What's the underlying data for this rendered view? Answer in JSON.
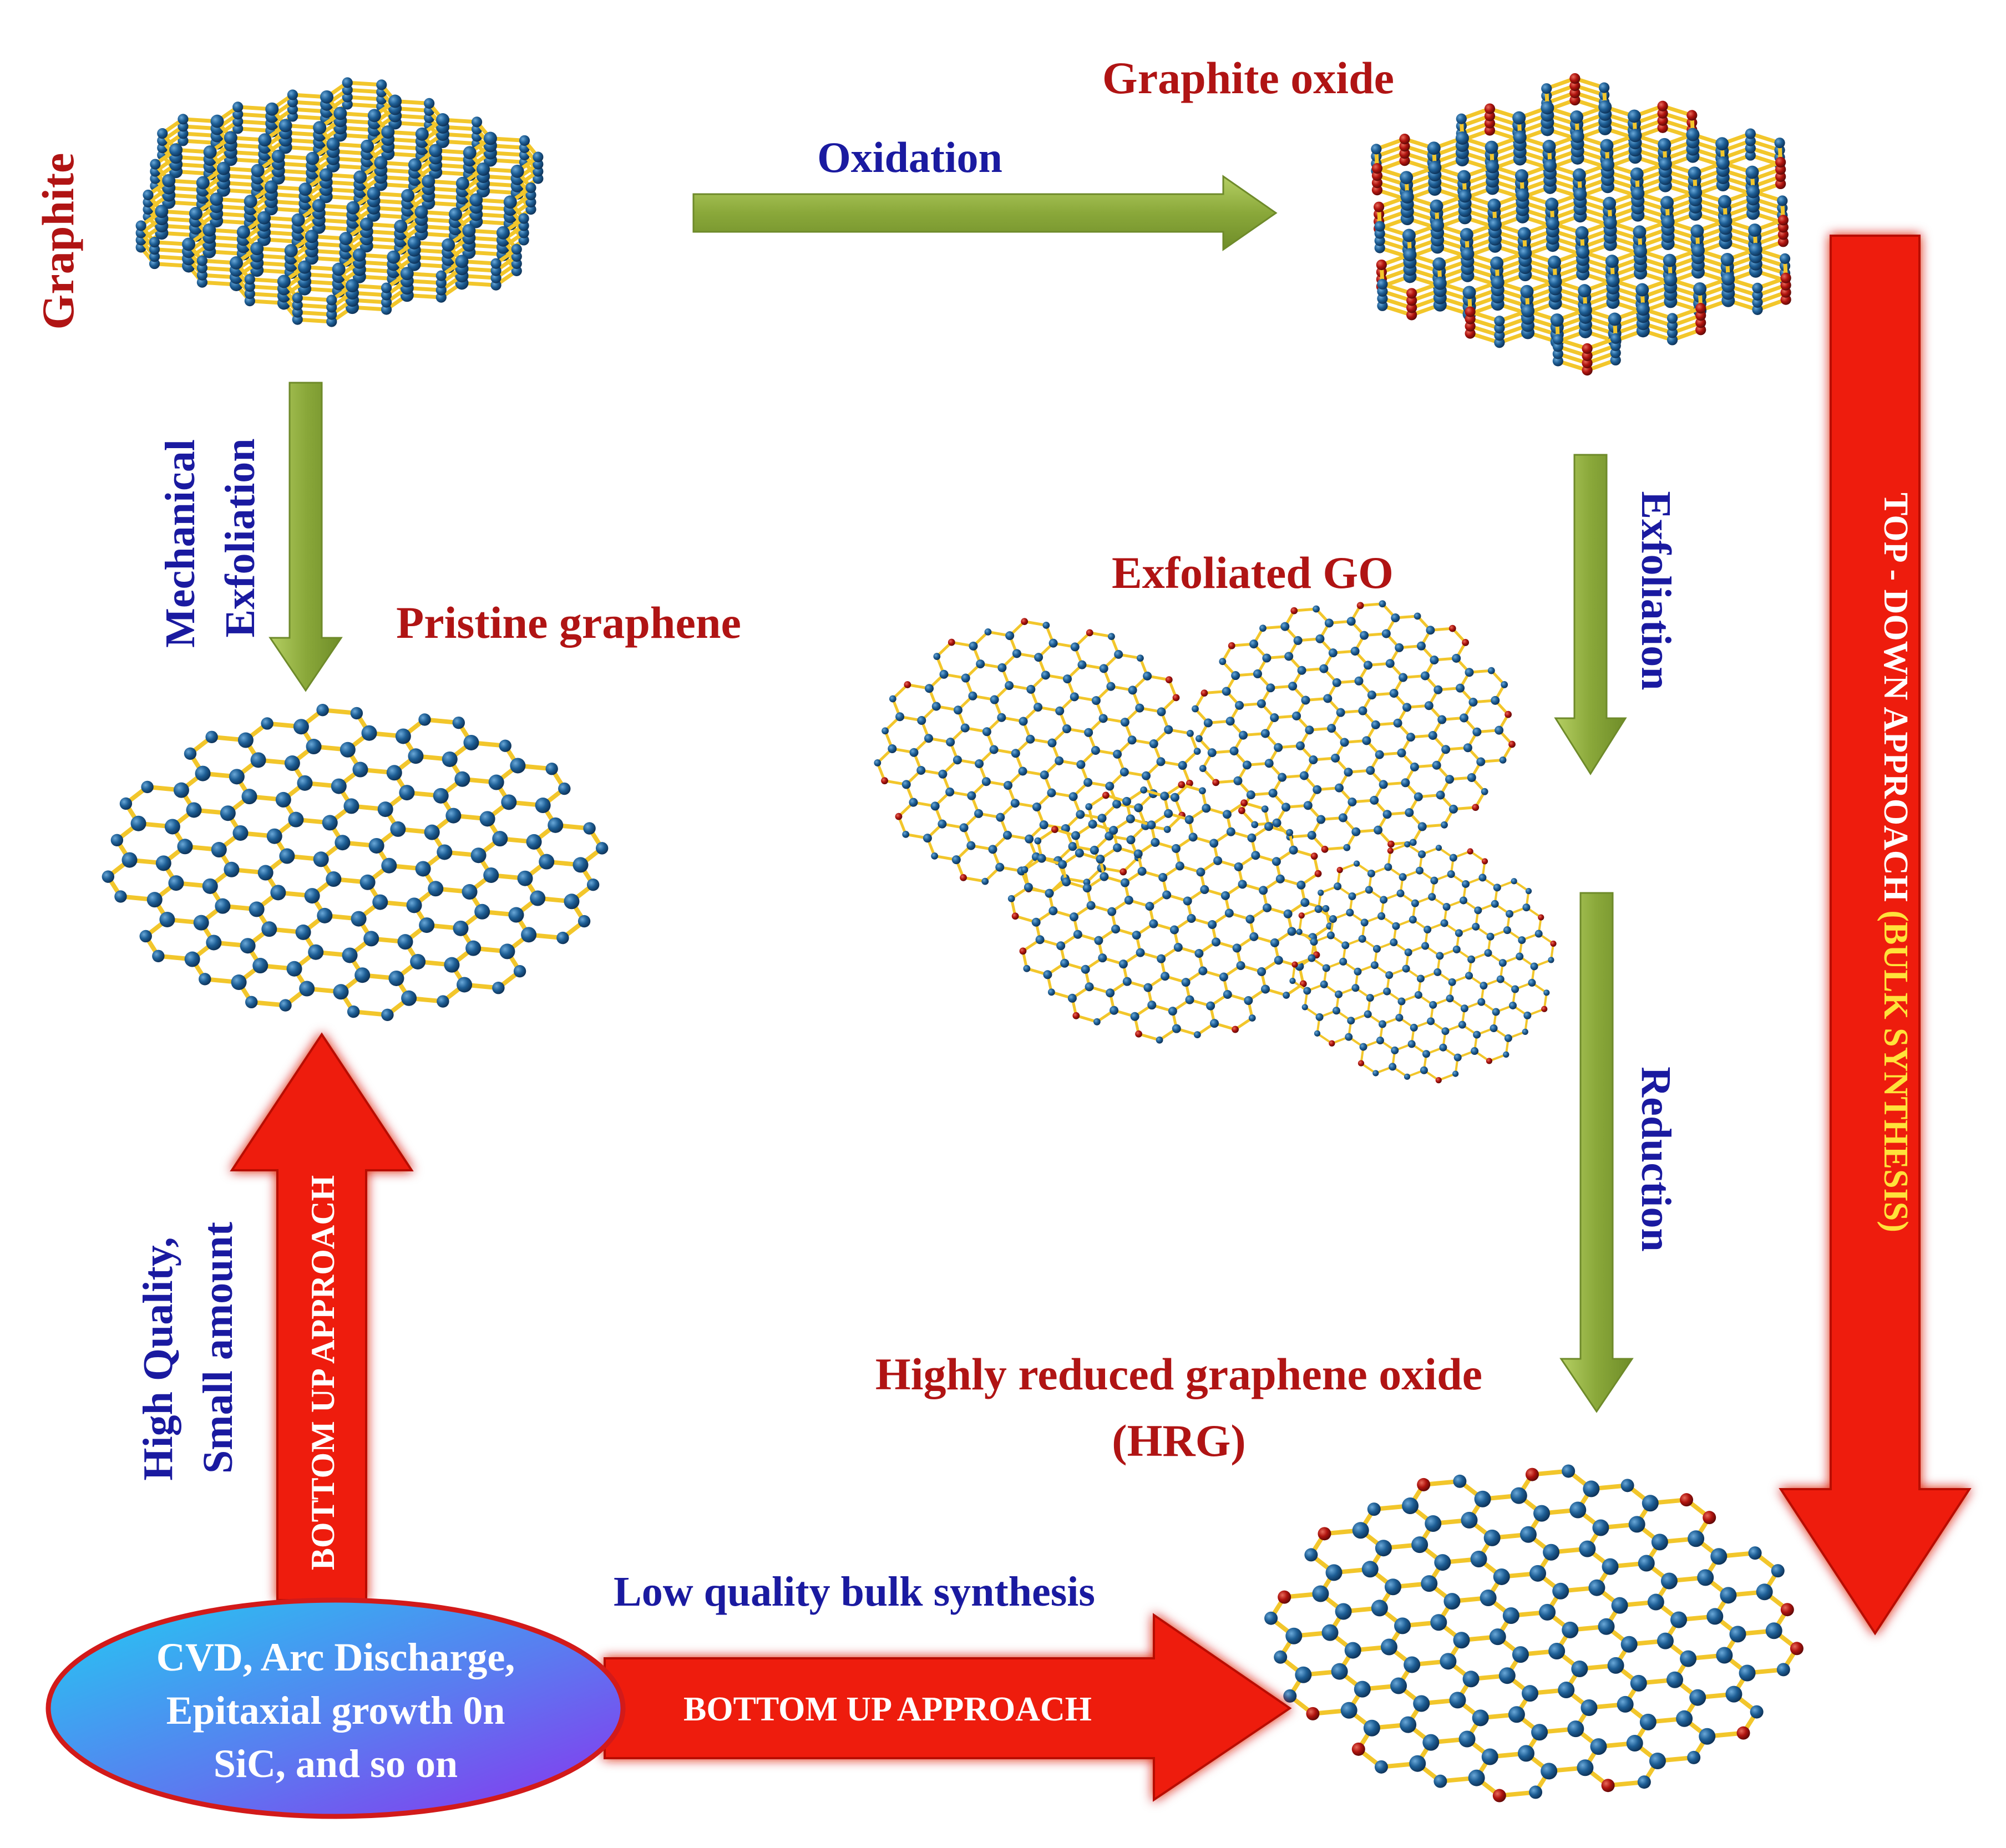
{
  "colors": {
    "label_red": "#b01414",
    "label_blue": "#1a1aa0",
    "arrow_green": "#8fae3c",
    "arrow_red": "#ee1a10",
    "atom_blue": "#1e5f96",
    "atom_red": "#b0140f",
    "bond_yellow": "#f2c62b",
    "ellipse_gradient_start": "#25c8f0",
    "ellipse_gradient_end": "#7b3cf0"
  },
  "labels": {
    "graphite": "Graphite",
    "graphite_oxide": "Graphite oxide",
    "oxidation": "Oxidation",
    "mechanical": "Mechanical",
    "exfoliation_mech": "Exfoliation",
    "pristine_graphene": "Pristine graphene",
    "exfoliated_go": "Exfoliated GO",
    "exfoliation": "Exfoliation",
    "reduction": "Reduction",
    "hrg_line1": "Highly reduced graphene oxide",
    "hrg_line2": "(HRG)",
    "top_down_part1": "TOP - DOWN APPROACH ",
    "top_down_part2": "(BULK SYNTHESIS)",
    "bottom_up_vertical": "BOTTOM UP APPROACH",
    "bottom_up_horizontal": "BOTTOM UP APPROACH",
    "high_quality": "High Quality,",
    "small_amount": "Small amount",
    "low_quality": "Low quality  bulk synthesis",
    "methods_line1": "CVD, Arc Discharge,",
    "methods_line2": "Epitaxial growth 0n",
    "methods_line3": "SiC, and so on"
  }
}
